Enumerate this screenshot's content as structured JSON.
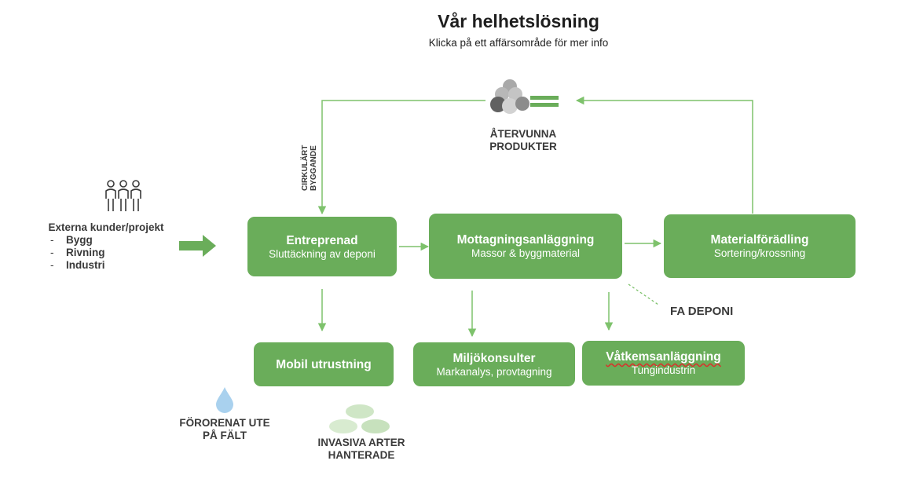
{
  "header": {
    "title": "Vår helhetslösning",
    "subtitle": "Klicka på ett affärsområde för mer info"
  },
  "colors": {
    "box_green": "#6aad5a",
    "line_green": "#7ec26c",
    "text_dark": "#3a3a3a",
    "droplet_blue": "#a9d1ee",
    "leaf_green": "#cfe6c6"
  },
  "icons": {
    "clients": "people-icon",
    "recycled": "recycled-stones-icon",
    "equals": "equals-icon",
    "water": "water-drop-icon",
    "leaves": "leaves-icon",
    "arrow": "arrow-right-icon"
  },
  "clients": {
    "title": "Externa kunder/projekt",
    "items": [
      "Bygg",
      "Rivning",
      "Industri"
    ],
    "dash": "-"
  },
  "labels": {
    "recycled": "ÅTERVUNNA PRODUKTER",
    "circular": "CIRKULÄRT BYGGANDE",
    "fa_deponi": "FA DEPONI",
    "contaminated": "FÖRORENAT UTE PÅ FÄLT",
    "invasive": "INVASIVA ARTER HANTERADE"
  },
  "boxes": {
    "entreprenad": {
      "title": "Entreprenad",
      "sub": "Sluttäckning av deponi"
    },
    "mottagning": {
      "title": "Mottagningsanläggning",
      "sub": "Massor & byggmaterial"
    },
    "material": {
      "title": "Materialförädling",
      "sub": "Sortering/krossning"
    },
    "mobil": {
      "title": "Mobil utrustning"
    },
    "miljo": {
      "title": "Miljökonsulter",
      "sub": "Markanalys, provtagning"
    },
    "vatkem": {
      "title": "Våtkemsanläggning",
      "sub": "Tungindustrin"
    }
  }
}
